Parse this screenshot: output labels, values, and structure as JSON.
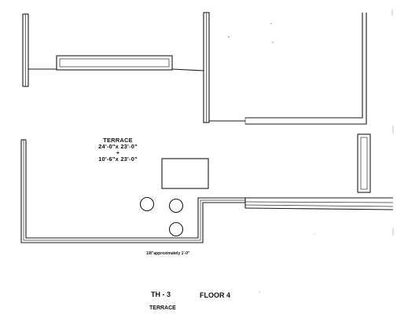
{
  "room": {
    "name": "TERRACE",
    "dimension_1": "24'-0\"x 23'-0\"",
    "plus": "+",
    "dimension_2": "10'-6\"x 23'-0\""
  },
  "scale_note": "1/8\"approximately 1'-0\"",
  "footer": {
    "unit": "TH - 3",
    "floor": "FLOOR 4",
    "area": "TERRACE"
  }
}
